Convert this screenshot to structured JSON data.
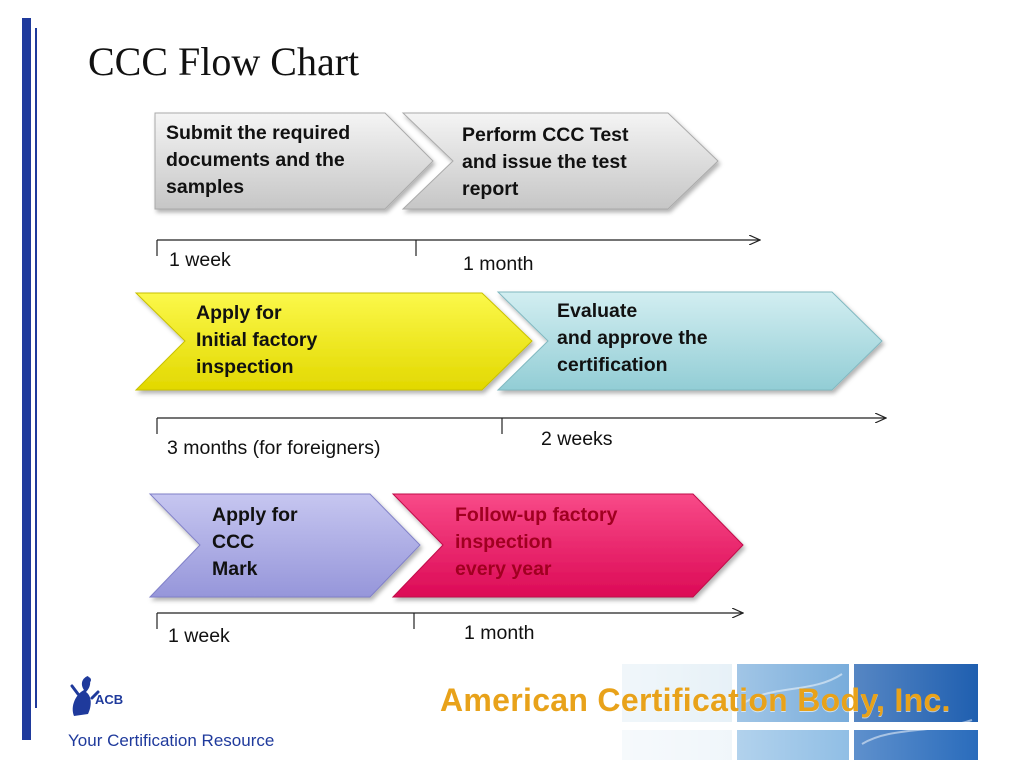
{
  "slide": {
    "title": "CCC Flow Chart"
  },
  "rows": [
    {
      "steps": [
        {
          "label_lines": [
            "Submit the required",
            "documents and the",
            "samples"
          ],
          "fill": "#d4d4d4"
        },
        {
          "label_lines": [
            "Perform CCC Test",
            "and issue the test",
            "report"
          ],
          "fill": "#d4d4d4"
        }
      ],
      "durations": [
        "1 week",
        "1 month"
      ]
    },
    {
      "steps": [
        {
          "label_lines": [
            "Apply for",
            "Initial factory",
            "inspection"
          ],
          "fill": "#f5f000"
        },
        {
          "label_lines": [
            "Evaluate",
            "and approve the",
            "certification"
          ],
          "fill": "#a9d9df"
        }
      ],
      "durations": [
        "3 months (for foreigners)",
        "2 weeks"
      ]
    },
    {
      "steps": [
        {
          "label_lines": [
            "Apply for",
            "CCC",
            "Mark"
          ],
          "fill": "#a8a8e4"
        },
        {
          "label_lines": [
            "Follow-up factory",
            "inspection",
            "every year"
          ],
          "fill": "#ee1e6a"
        }
      ],
      "durations": [
        "1 week",
        "1 month"
      ]
    }
  ],
  "footer": {
    "logo_text": "ACB",
    "tagline": "Your Certification Resource",
    "company": "American Certification Body, Inc.",
    "company_color": "#e8a21a",
    "brand_color": "#1f3a9c"
  }
}
